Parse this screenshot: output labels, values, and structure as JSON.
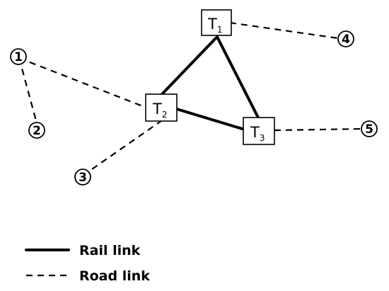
{
  "terminals": {
    "t1": {
      "letter": "T",
      "sub": "1"
    },
    "t2": {
      "letter": "T",
      "sub": "2"
    },
    "t3": {
      "letter": "T",
      "sub": "3"
    }
  },
  "nodes": {
    "n1": "1",
    "n2": "2",
    "n3": "3",
    "n4": "4",
    "n5": "5"
  },
  "legend": {
    "rail_label": "Rail link",
    "road_label": "Road link"
  },
  "links": {
    "rail": [
      [
        "t1",
        "t2"
      ],
      [
        "t1",
        "t3"
      ],
      [
        "t2",
        "t3"
      ]
    ],
    "road": [
      [
        "n1",
        "n2"
      ],
      [
        "n1",
        "t2"
      ],
      [
        "n3",
        "t2"
      ],
      [
        "t1",
        "n4"
      ],
      [
        "t3",
        "n5"
      ]
    ]
  }
}
